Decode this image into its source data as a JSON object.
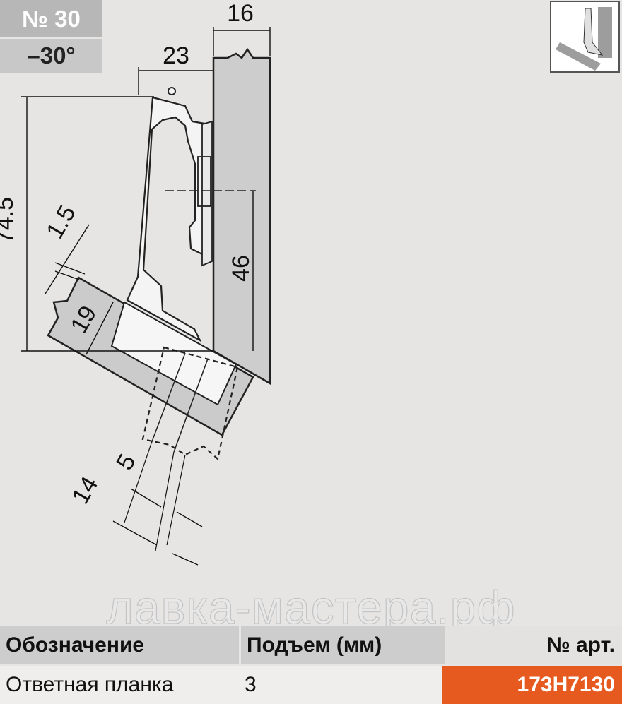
{
  "badge": {
    "number": "№ 30",
    "angle": "–30°"
  },
  "dimensions": {
    "d16": "16",
    "d23": "23",
    "d745": "74.5",
    "d15": "1.5",
    "d46": "46",
    "d19": "19",
    "d5": "5",
    "d14": "14"
  },
  "watermark": "лавка-мастера.рф",
  "table": {
    "headers": [
      "Обозначение",
      "Подъем (мм)",
      "№ арт."
    ],
    "row": [
      "Ответная планка",
      "3",
      "173H7130"
    ]
  },
  "colors": {
    "accent": "#e75a1f",
    "part": "#cfcfcf",
    "door": "#c7c7c7"
  }
}
